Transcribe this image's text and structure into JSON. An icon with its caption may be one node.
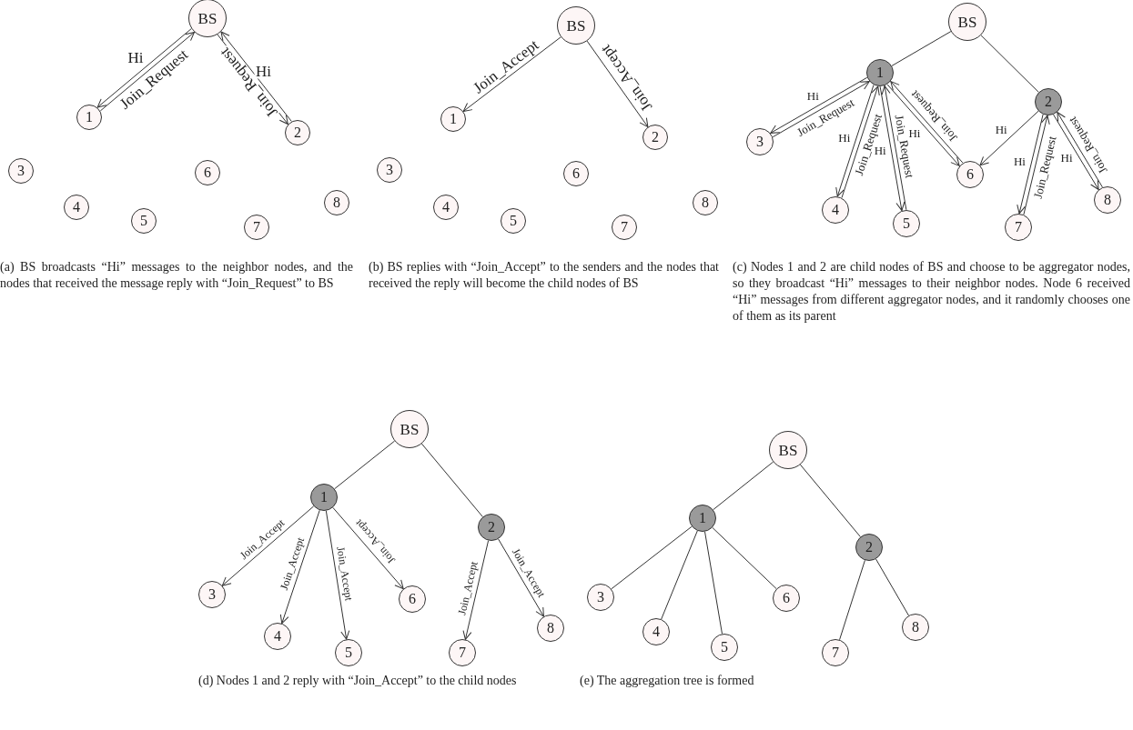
{
  "diagram": {
    "nodes": [
      {
        "text": [
          "BS"
        ]
      },
      {
        "text": [
          "1"
        ]
      },
      {
        "text": [
          "2"
        ]
      },
      {
        "text": [
          "3"
        ]
      },
      {
        "text": [
          "4"
        ]
      },
      {
        "text": [
          "5"
        ]
      },
      {
        "text": [
          "6"
        ]
      },
      {
        "text": [
          "7"
        ]
      },
      {
        "text": [
          "8"
        ]
      },
      {
        "text": [
          "BS"
        ]
      },
      {
        "text": [
          "1"
        ]
      },
      {
        "text": [
          "2"
        ]
      },
      {
        "text": [
          "3"
        ]
      },
      {
        "text": [
          "4"
        ]
      },
      {
        "text": [
          "5"
        ]
      },
      {
        "text": [
          "6"
        ]
      },
      {
        "text": [
          "7"
        ]
      },
      {
        "text": [
          "8"
        ]
      },
      {
        "text": [
          "BS"
        ]
      },
      {
        "text": [
          "1"
        ]
      },
      {
        "text": [
          "2"
        ]
      },
      {
        "text": [
          "3"
        ]
      },
      {
        "text": [
          "4"
        ]
      },
      {
        "text": [
          "5"
        ]
      },
      {
        "text": [
          "6"
        ]
      },
      {
        "text": [
          "7"
        ]
      },
      {
        "text": [
          "8"
        ]
      },
      {
        "text": [
          "BS"
        ]
      },
      {
        "text": [
          "1"
        ]
      },
      {
        "text": [
          "2"
        ]
      },
      {
        "text": [
          "3"
        ]
      },
      {
        "text": [
          "4"
        ]
      },
      {
        "text": [
          "5"
        ]
      },
      {
        "text": [
          "6"
        ]
      },
      {
        "text": [
          "7"
        ]
      },
      {
        "text": [
          "8"
        ]
      },
      {
        "text": [
          "BS"
        ]
      },
      {
        "text": [
          "1"
        ]
      },
      {
        "text": [
          "2"
        ]
      },
      {
        "text": [
          "3"
        ]
      },
      {
        "text": [
          "4"
        ]
      },
      {
        "text": [
          "5"
        ]
      },
      {
        "text": [
          "6"
        ]
      },
      {
        "text": [
          "7"
        ]
      },
      {
        "text": [
          "8"
        ]
      }
    ],
    "edges": [
      {
        "from": 0,
        "to": 1,
        "arrow": "to",
        "label": "Hi"
      },
      {
        "from": 1,
        "to": 0,
        "arrow": "to",
        "label": "Join_Request"
      },
      {
        "from": 0,
        "to": 2,
        "arrow": "to",
        "label": "Hi"
      },
      {
        "from": 2,
        "to": 0,
        "arrow": "to",
        "label": "Join_Request"
      },
      {
        "from": 9,
        "to": 10,
        "arrow": "to",
        "label": "Join_Accept"
      },
      {
        "from": 9,
        "to": 11,
        "arrow": "to",
        "label": "Join_Accept"
      },
      {
        "from": 18,
        "to": 19,
        "arrow": "none"
      },
      {
        "from": 18,
        "to": 20,
        "arrow": "none"
      },
      {
        "from": 19,
        "to": 21,
        "arrow": "to",
        "label": "Hi"
      },
      {
        "from": 21,
        "to": 19,
        "arrow": "to",
        "label": "Join_Request"
      },
      {
        "from": 19,
        "to": 22,
        "arrow": "to",
        "label": "Hi"
      },
      {
        "from": 22,
        "to": 19,
        "arrow": "to",
        "label": "Join_Request"
      },
      {
        "from": 19,
        "to": 23,
        "arrow": "to",
        "label": "Hi"
      },
      {
        "from": 23,
        "to": 19,
        "arrow": "to",
        "label": "Join_Request"
      },
      {
        "from": 19,
        "to": 24,
        "arrow": "to",
        "label": "Hi"
      },
      {
        "from": 24,
        "to": 19,
        "arrow": "to",
        "label": "Join_Request"
      },
      {
        "from": 20,
        "to": 24,
        "arrow": "to",
        "label": "Hi"
      },
      {
        "from": 20,
        "to": 25,
        "arrow": "to",
        "label": "Hi"
      },
      {
        "from": 25,
        "to": 20,
        "arrow": "to",
        "label": "Join_Request"
      },
      {
        "from": 20,
        "to": 26,
        "arrow": "to",
        "label": "Hi"
      },
      {
        "from": 26,
        "to": 20,
        "arrow": "to",
        "label": "Join_Request"
      },
      {
        "from": 27,
        "to": 28,
        "arrow": "none"
      },
      {
        "from": 27,
        "to": 29,
        "arrow": "none"
      },
      {
        "from": 28,
        "to": 30,
        "arrow": "to",
        "label": "Join_Accept"
      },
      {
        "from": 28,
        "to": 31,
        "arrow": "to",
        "label": "Join_Accept"
      },
      {
        "from": 28,
        "to": 32,
        "arrow": "to",
        "label": "Join_Accept"
      },
      {
        "from": 28,
        "to": 33,
        "arrow": "to",
        "label": "Join_Accept"
      },
      {
        "from": 29,
        "to": 34,
        "arrow": "to",
        "label": "Join_Accept"
      },
      {
        "from": 29,
        "to": 35,
        "arrow": "to",
        "label": "Join_Accept"
      },
      {
        "from": 36,
        "to": 37,
        "arrow": "none"
      },
      {
        "from": 36,
        "to": 38,
        "arrow": "none"
      },
      {
        "from": 37,
        "to": 39,
        "arrow": "none"
      },
      {
        "from": 37,
        "to": 40,
        "arrow": "none"
      },
      {
        "from": 37,
        "to": 41,
        "arrow": "none"
      },
      {
        "from": 37,
        "to": 42,
        "arrow": "none"
      },
      {
        "from": 38,
        "to": 43,
        "arrow": "none"
      },
      {
        "from": 38,
        "to": 44,
        "arrow": "none"
      }
    ],
    "labels": [
      "(a) BS broadcasts “Hi” messages to the neighbor nodes, and the nodes that received the message reply with “Join_Request” to BS",
      "(b) BS replies with “Join_Accept” to the senders and the nodes that received the reply will become the child nodes of BS",
      "(c) Nodes 1 and 2 are child nodes of BS and choose to be aggregator nodes, so they broadcast “Hi” messages to their neighbor nodes. Node 6 received “Hi” messages from different aggregator nodes, and it randomly chooses one of them as its parent",
      "(d) Nodes 1 and 2 reply with “Join_Accept” to the child nodes",
      "(e) The aggregation tree is formed"
    ]
  }
}
